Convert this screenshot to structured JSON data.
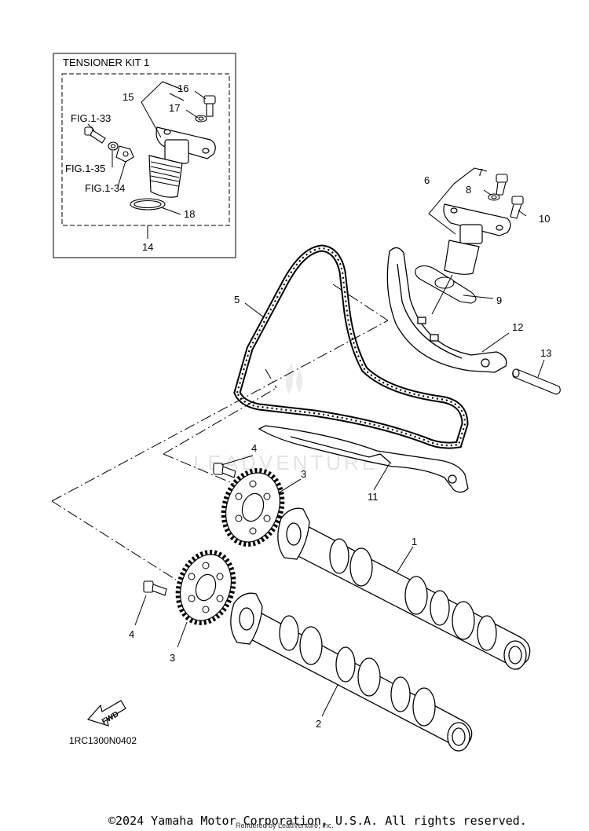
{
  "kit": {
    "title": "TENSIONER KIT 1"
  },
  "refs": {
    "fig133": "FIG.1-33",
    "fig135": "FIG.1-35",
    "fig134": "FIG.1-34"
  },
  "callouts": {
    "c1": "1",
    "c2": "2",
    "c3a": "3",
    "c3b": "3",
    "c4a": "4",
    "c4b": "4",
    "c5": "5",
    "c6": "6",
    "c7": "7",
    "c8": "8",
    "c9": "9",
    "c10": "10",
    "c11": "11",
    "c12": "12",
    "c13": "13",
    "c14": "14",
    "c15": "15",
    "c16": "16",
    "c17": "17",
    "c18": "18"
  },
  "fwd_label": "FWD",
  "diagram_code": "1RC1300N0402",
  "watermark": "LEADVENTURE",
  "copyright": "©2024 Yamaha Motor Corporation, U.S.A. All rights reserved.",
  "rendered_by": "Rendered by LeadVenture, Inc."
}
